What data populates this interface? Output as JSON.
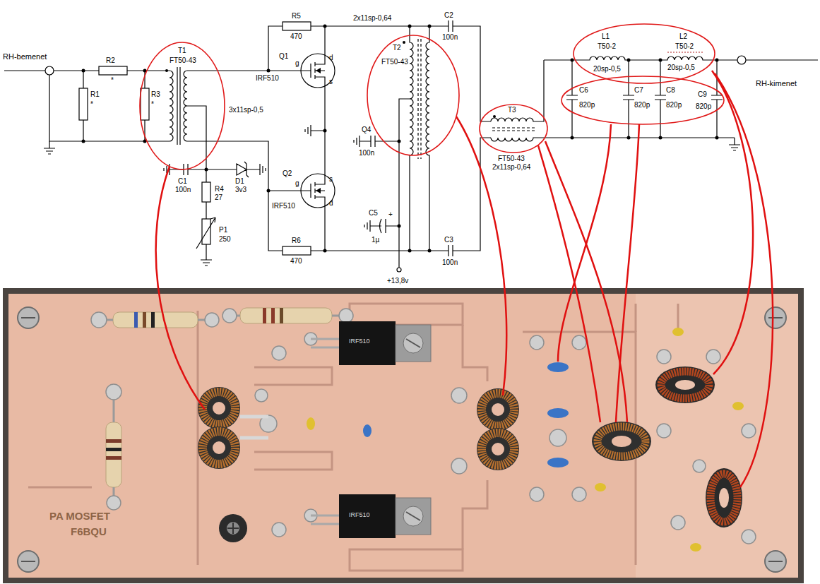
{
  "diagram": {
    "labels": [
      "RH-bemenet",
      "R2",
      "*",
      "R1",
      "*",
      "R3",
      "*",
      "T1",
      "FT50-43",
      "3x11sp-0,5",
      "C1",
      "100n",
      "D1",
      "3v3",
      "R4",
      "27",
      "P1",
      "250",
      "R5",
      "470",
      "Q1",
      "IRF510",
      "d",
      "g",
      "s",
      "Q2",
      "IRF510",
      "s",
      "g",
      "d",
      "R6",
      "470",
      "2x11sp-0,64",
      "T2",
      "FT50-43",
      "C2",
      "100n",
      "Q4",
      "100n",
      "C5",
      "+",
      "1µ",
      "C3",
      "100n",
      "+13,8v",
      "T3",
      "FT50-43",
      "2x11sp-0,64",
      "L1",
      "T50-2",
      "20sp-0,5",
      "L2",
      "T50-2",
      "20sp-0,5",
      "C6",
      "820p",
      "C7",
      "820p",
      "C8",
      "820p",
      "C9",
      "820p",
      "RH-kimenet",
      "PA MOSFET",
      "F6BQU",
      "IRF510",
      "IRF510"
    ]
  }
}
